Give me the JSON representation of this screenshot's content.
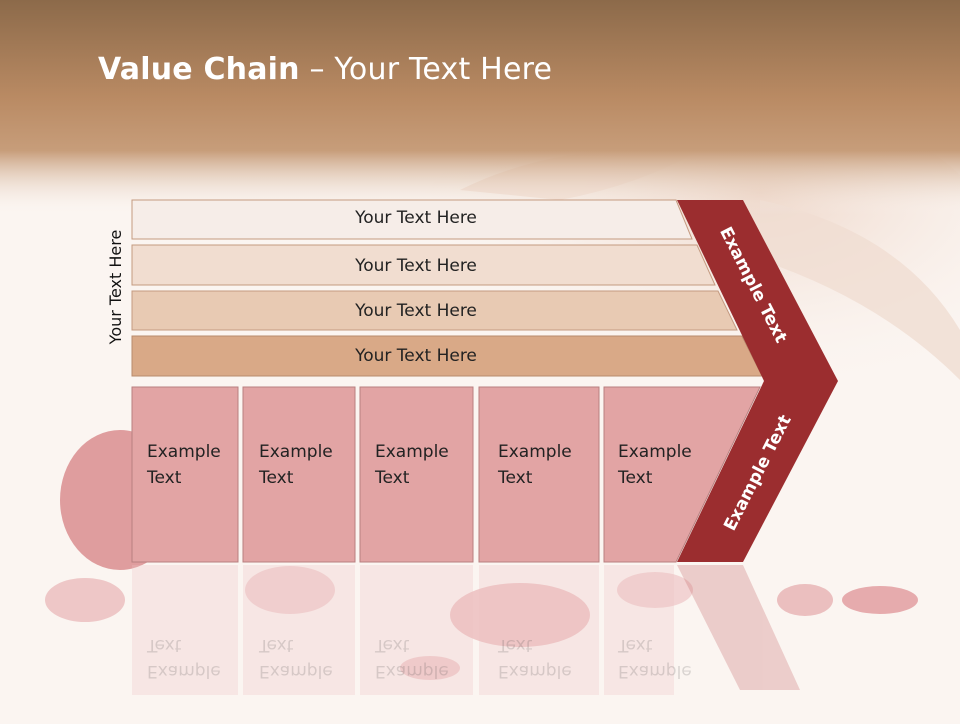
{
  "title": {
    "bold": "Value Chain",
    "rest": " – Your Text Here"
  },
  "side_label": "Your Text Here",
  "rows": [
    {
      "label": "Your Text Here"
    },
    {
      "label": "Your Text Here"
    },
    {
      "label": "Your Text Here"
    },
    {
      "label": "Your Text Here"
    }
  ],
  "boxes": [
    {
      "label": "Example\nText"
    },
    {
      "label": "Example\nText"
    },
    {
      "label": "Example\nText"
    },
    {
      "label": "Example\nText"
    },
    {
      "label": "Example\nText"
    }
  ],
  "chevron": {
    "upper": "Example Text",
    "lower": "Example Text"
  },
  "colors": {
    "header": "#b98a63",
    "row1": "#f6ede8",
    "row2": "#f1ddd0",
    "row3": "#e8cab3",
    "row4": "#d9a987",
    "box": "#e2a4a4",
    "chevron": "#9b2d2f"
  }
}
